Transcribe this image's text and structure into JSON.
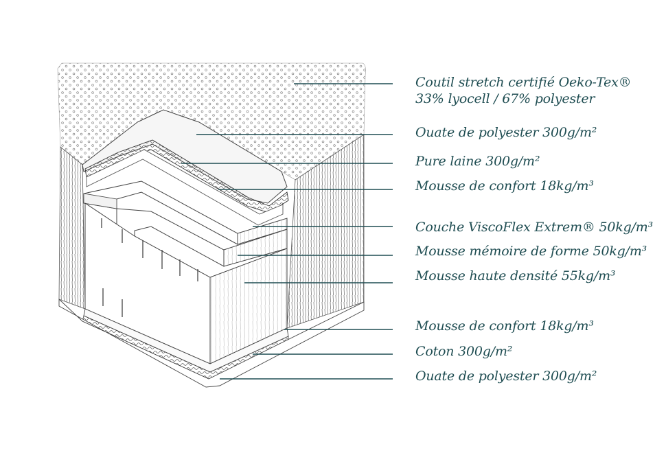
{
  "colors": {
    "ink": "#1f4d52",
    "sketch": "#555555",
    "paper": "#ffffff"
  },
  "layers": [
    {
      "line1": "Coutil stretch certifié Oeko-Tex®",
      "line2": "33% lyocell / 67% polyester"
    },
    {
      "line1": "Ouate de polyester 300g/m²"
    },
    {
      "line1": "Pure laine 300g/m²"
    },
    {
      "line1": "Mousse de confort 18kg/m³"
    },
    {
      "line1": "Couche ViscoFlex Extrem® 50kg/m³"
    },
    {
      "line1": "Mousse mémoire de forme 50kg/m³"
    },
    {
      "line1": "Mousse haute densité 55kg/m³"
    },
    {
      "line1": "Mousse de confort 18kg/m³"
    },
    {
      "line1": "Coton 300g/m²"
    },
    {
      "line1": "Ouate de polyester 300g/m²"
    }
  ]
}
